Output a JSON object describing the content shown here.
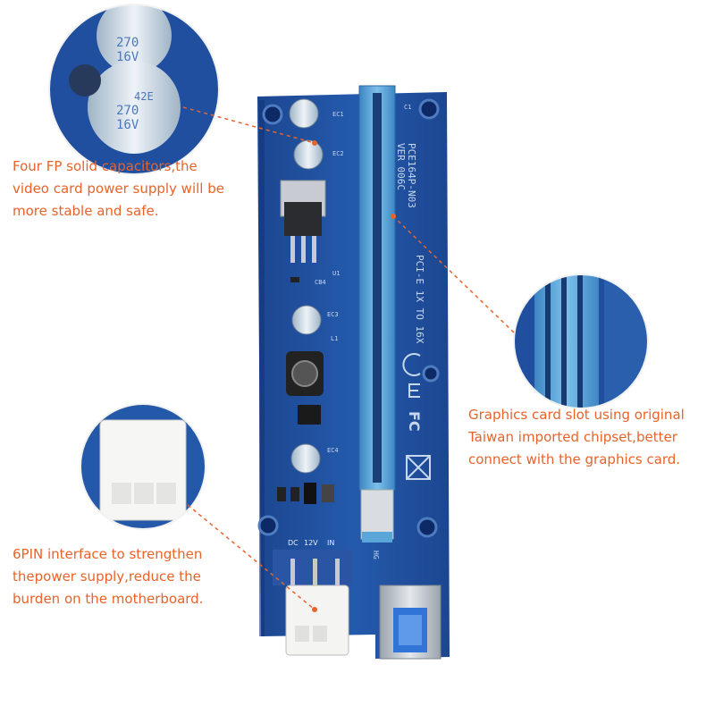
{
  "callouts": {
    "capacitors": {
      "lines": [
        "Four FP solid capacitors,the",
        "video card power supply will be",
        "more stable and safe."
      ]
    },
    "slot": {
      "lines": [
        "Graphics card slot using original",
        "Taiwan imported chipset,better",
        "connect with the graphics card."
      ]
    },
    "six_pin": {
      "lines": [
        "6PIN interface to strengthen",
        "thepower supply,reduce the",
        "burden on the motherboard."
      ]
    }
  },
  "board": {
    "model_label": "PCE164P-N03",
    "version_label": "VER 006C",
    "bus_label": "PCI-E 1X TO 16X",
    "pin_labels": [
      "DC",
      "12V",
      "IN"
    ],
    "capacitor_values": [
      "270",
      "16V"
    ],
    "capacitor_code": "42E",
    "silk_labels": [
      "EC1",
      "EC2",
      "EC3",
      "EC4",
      "CB4",
      "U1",
      "L1",
      "HG",
      "C1"
    ]
  },
  "colors": {
    "callout_text": "#e8632a",
    "board_blue": "#1f4f9e",
    "slot_blue": "#5aa6d8",
    "leader_line": "#e8632a"
  }
}
